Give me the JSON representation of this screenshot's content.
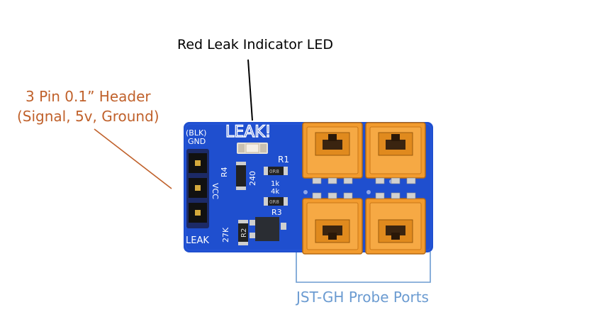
{
  "callouts": {
    "led": "Red Leak Indicator LED",
    "header_line1": "3 Pin 0.1” Header",
    "header_line2": "(Signal, 5v, Ground)",
    "ports": "JST-GH Probe Ports"
  },
  "silkscreen": {
    "title": "LEAK!",
    "blk": "(BLK)",
    "gnd": "GND",
    "vcc": "VCC",
    "leak": "LEAK",
    "r1": "R1",
    "r2": "R2",
    "r3": "R3",
    "r4": "R4",
    "r240": "240",
    "r1k": "1k",
    "r4k": "4k",
    "r27k": "27K",
    "zero1": "0R8",
    "zero2": "0R8"
  },
  "colors": {
    "header_label": "#c0612b",
    "ports_label": "#6b9bd1",
    "board": "#1f4fcf",
    "connector": "#f29b2e"
  }
}
